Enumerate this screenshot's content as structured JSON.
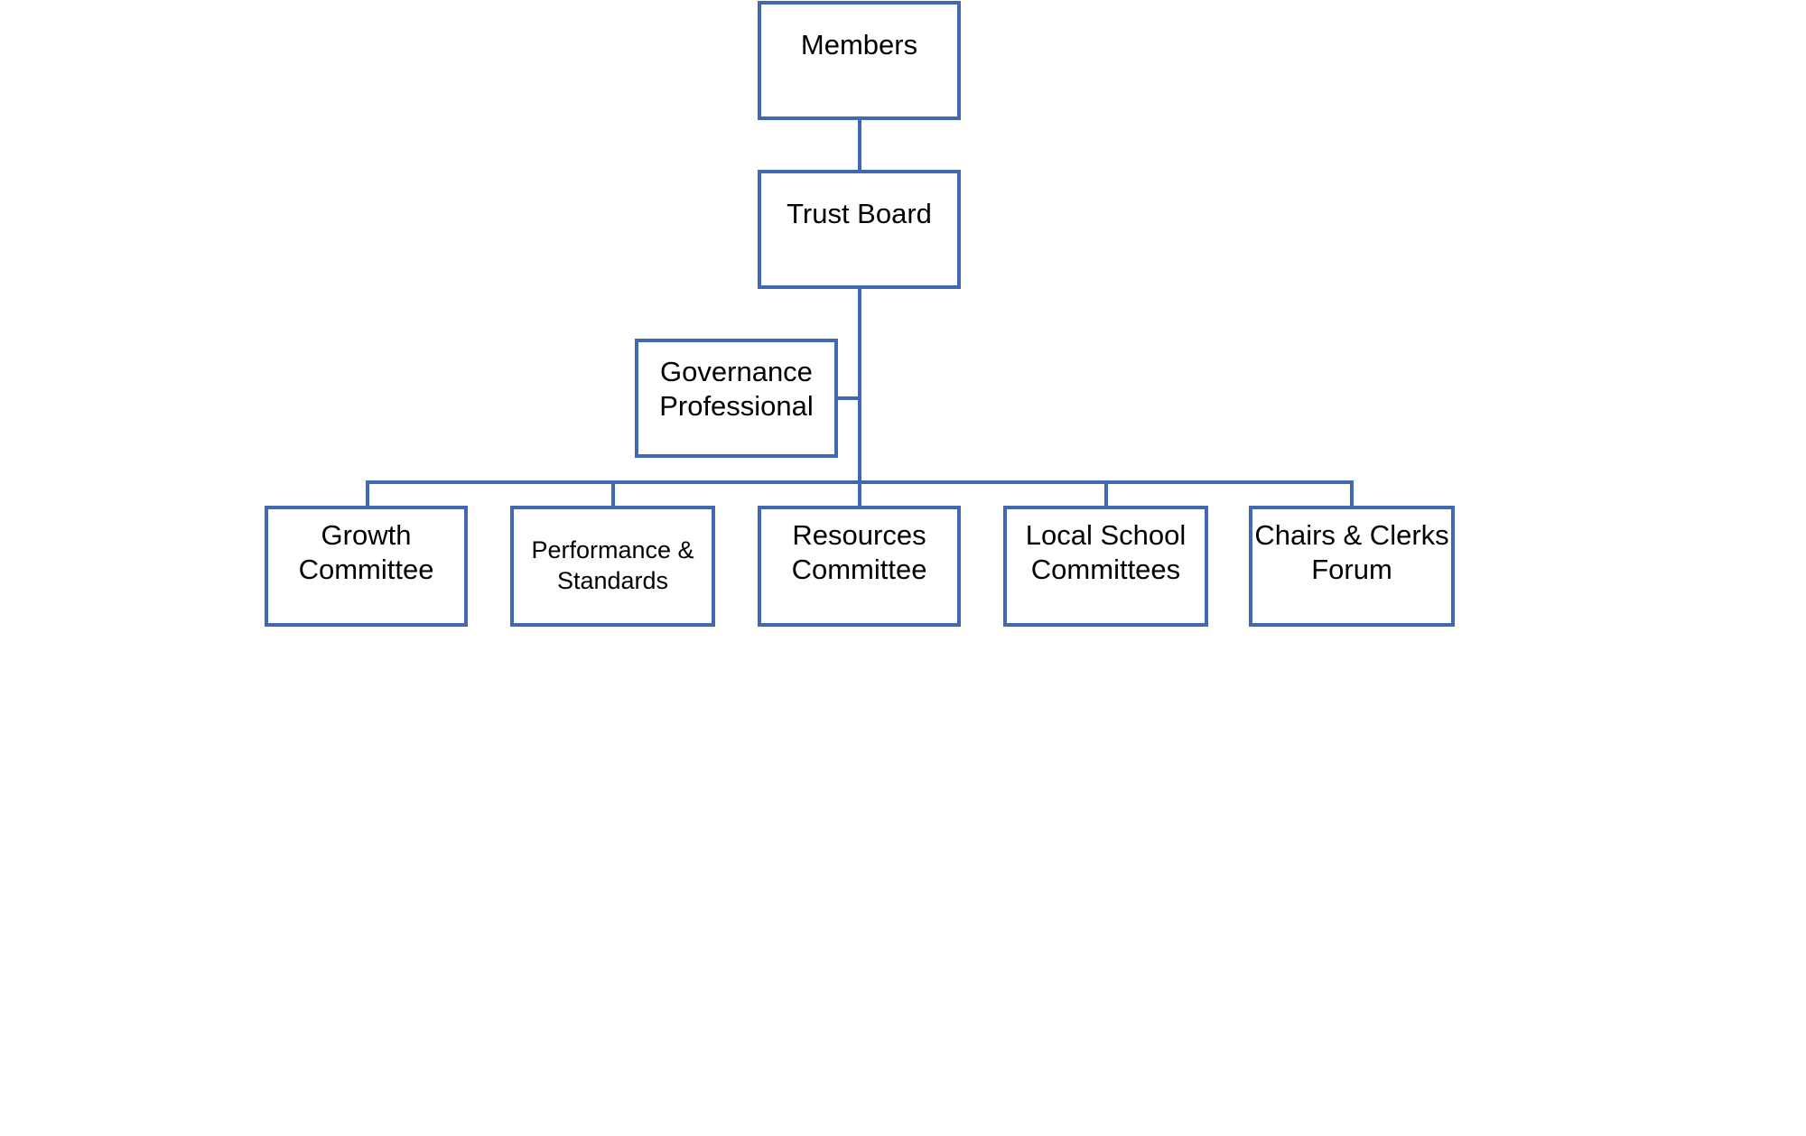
{
  "diagram": {
    "line_color": "#4169b3",
    "text_color": "#000000",
    "background": "#ffffff",
    "nodes": {
      "members": "Members",
      "trust_board": "Trust Board",
      "governance_professional": "Governance\nProfessional",
      "growth_committee": "Growth\nCommittee",
      "performance_standards": "Performance &\nStandards",
      "resources_committee": "Resources\nCommittee",
      "local_school_committees": "Local School\nCommittees",
      "chairs_clerks_forum": "Chairs & Clerks\nForum"
    }
  }
}
